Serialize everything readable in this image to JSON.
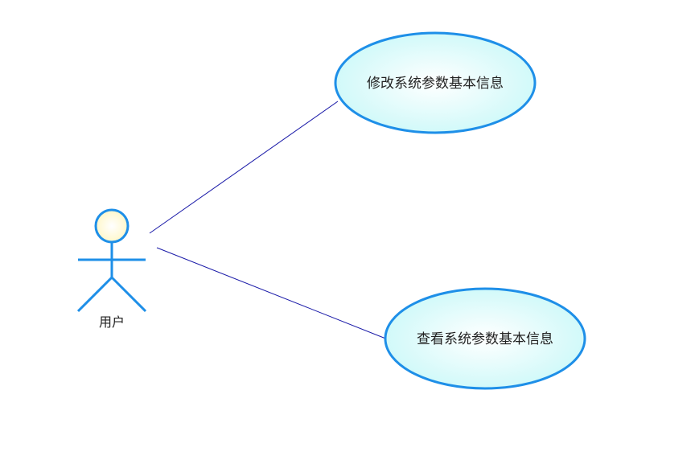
{
  "colors": {
    "background": "#ffffff",
    "outline": "#1e8fe8",
    "use_case_fill_inner": "#ffffff",
    "use_case_fill_outer": "#c8f8f8",
    "actor_head_fill": "#fffbd8",
    "association_line": "#1a1aa8",
    "text": "#222222"
  },
  "actor": {
    "name": "用户"
  },
  "use_cases": [
    {
      "label": "修改系统参数基本信息"
    },
    {
      "label": "查看系统参数基本信息"
    }
  ]
}
